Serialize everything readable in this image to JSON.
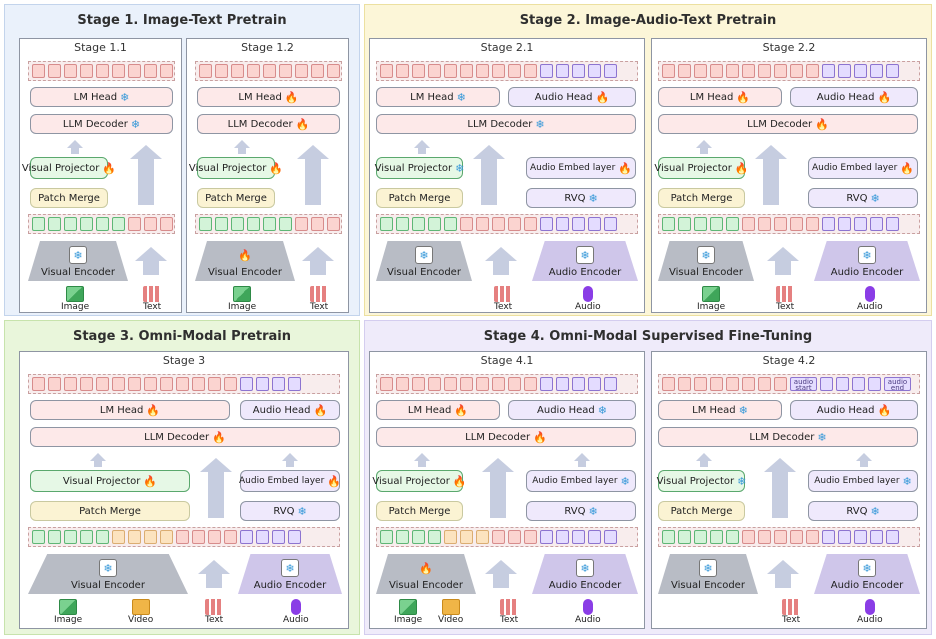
{
  "panels": {
    "p1": "Stage 1. Image-Text Pretrain",
    "p2": "Stage 2. Image-Audio-Text Pretrain",
    "p3": "Stage 3. Omni-Modal Pretrain",
    "p4": "Stage 4. Omni-Modal Supervised Fine-Tuning"
  },
  "stages": {
    "s11": "Stage 1.1",
    "s12": "Stage 1.2",
    "s21": "Stage 2.1",
    "s22": "Stage 2.2",
    "s3": "Stage 3",
    "s41": "Stage 4.1",
    "s42": "Stage 4.2"
  },
  "labels": {
    "lm_head": "LM Head",
    "audio_head": "Audio Head",
    "llm_decoder": "LLM Decoder",
    "visual_projector": "Visual Projector",
    "patch_merge": "Patch Merge",
    "audio_embed": "Audio  Embed layer",
    "rvq": "RVQ",
    "visual_encoder": "Visual Encoder",
    "audio_encoder": "Audio Encoder",
    "image": "Image",
    "text": "Text",
    "audio": "Audio",
    "video": "Video",
    "audio_start": "audio\nstart",
    "audio_end": "audio\nend"
  },
  "icons": {
    "trainable": "fire-icon",
    "frozen": "snowflake-icon",
    "fire_glyph": "🔥",
    "snow_glyph": "❄",
    "mic_glyph": "🎙"
  },
  "colors": {
    "text_token": "#fbd4d0",
    "image_token": "#d3f3d8",
    "video_token": "#fce3bf",
    "audio_token": "#e4dcff",
    "frozen": "#3a9ad9",
    "trainable": "#e0561a"
  }
}
